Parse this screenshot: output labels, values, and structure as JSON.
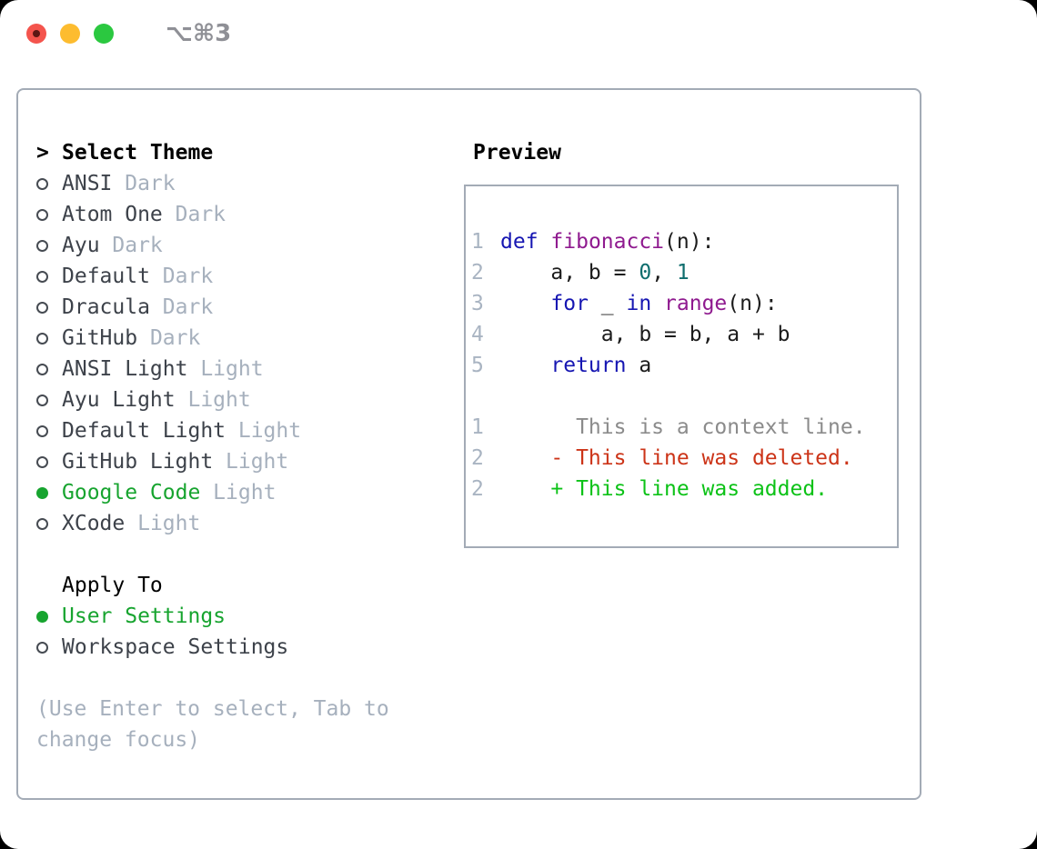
{
  "window": {
    "shortcut": "⌥⌘3"
  },
  "theme_picker": {
    "cursor": ">",
    "title": "Select Theme",
    "themes": [
      {
        "name": "ANSI",
        "variant": "Dark",
        "selected": false
      },
      {
        "name": "Atom One",
        "variant": "Dark",
        "selected": false
      },
      {
        "name": "Ayu",
        "variant": "Dark",
        "selected": false
      },
      {
        "name": "Default",
        "variant": "Dark",
        "selected": false
      },
      {
        "name": "Dracula",
        "variant": "Dark",
        "selected": false
      },
      {
        "name": "GitHub",
        "variant": "Dark",
        "selected": false
      },
      {
        "name": "ANSI Light",
        "variant": "Light",
        "selected": false
      },
      {
        "name": "Ayu Light",
        "variant": "Light",
        "selected": false
      },
      {
        "name": "Default Light",
        "variant": "Light",
        "selected": false
      },
      {
        "name": "GitHub Light",
        "variant": "Light",
        "selected": false
      },
      {
        "name": "Google Code",
        "variant": "Light",
        "selected": true
      },
      {
        "name": "XCode",
        "variant": "Light",
        "selected": false
      }
    ],
    "apply_to": {
      "title": "Apply To",
      "options": [
        {
          "name": "User Settings",
          "selected": true
        },
        {
          "name": "Workspace Settings",
          "selected": false
        }
      ]
    },
    "help": [
      "(Use Enter to select, Tab to",
      "change focus)"
    ]
  },
  "preview": {
    "title": "Preview",
    "code_lines": [
      {
        "num": "1",
        "tokens": [
          {
            "t": "def",
            "c": "kwd"
          },
          {
            "t": " ",
            "c": "pln"
          },
          {
            "t": "fibonacci",
            "c": "fn"
          },
          {
            "t": "(n):",
            "c": "pln"
          }
        ]
      },
      {
        "num": "2",
        "tokens": [
          {
            "t": "    a, b = ",
            "c": "pln"
          },
          {
            "t": "0",
            "c": "lit"
          },
          {
            "t": ", ",
            "c": "pln"
          },
          {
            "t": "1",
            "c": "lit"
          }
        ]
      },
      {
        "num": "3",
        "tokens": [
          {
            "t": "    ",
            "c": "pln"
          },
          {
            "t": "for",
            "c": "kwd"
          },
          {
            "t": " _ ",
            "c": "pln"
          },
          {
            "t": "in",
            "c": "kwd"
          },
          {
            "t": " ",
            "c": "pln"
          },
          {
            "t": "range",
            "c": "fn"
          },
          {
            "t": "(n):",
            "c": "pln"
          }
        ]
      },
      {
        "num": "4",
        "tokens": [
          {
            "t": "        a, b = b, a + b",
            "c": "pln"
          }
        ]
      },
      {
        "num": "5",
        "tokens": [
          {
            "t": "    ",
            "c": "pln"
          },
          {
            "t": "return",
            "c": "kwd"
          },
          {
            "t": " a",
            "c": "pln"
          }
        ]
      }
    ],
    "diff_lines": [
      {
        "num": "1",
        "cls": "ctx",
        "text": "      This is a context line."
      },
      {
        "num": "2",
        "cls": "del",
        "text": "    - This line was deleted."
      },
      {
        "num": "2",
        "cls": "add",
        "text": "    + This line was added."
      }
    ]
  },
  "colors": {
    "accent_green": "#17a42f",
    "diff_added": "#0cc217",
    "diff_deleted": "#cc3418",
    "diff_context": "#8b8b8b",
    "code_keyword": "#1616b2",
    "code_function": "#8f1a8f",
    "code_literal": "#0e6d6d",
    "code_plain": "#1c1c1c",
    "line_number": "#a9b4c2",
    "muted": "#a6b0bd",
    "text_dark": "#3d424a",
    "heading": "#000000",
    "border": "#a3abb6",
    "traffic_red": "#f4544d",
    "traffic_red_dot": "#5c1714",
    "traffic_yellow": "#fdbc2f",
    "traffic_green": "#2bc840",
    "shortcut_gray": "#8f9096"
  }
}
